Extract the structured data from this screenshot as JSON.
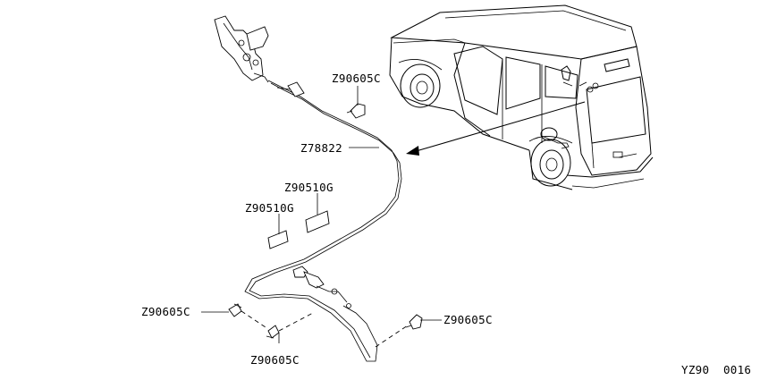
{
  "labels": {
    "clip_top": "Z90605C",
    "cable": "Z78822",
    "pad_upper": "Z90510G",
    "pad_lower": "Z90510G",
    "clip_left": "Z90605C",
    "clip_right": "Z90605C",
    "clip_bottom": "Z90605C"
  },
  "diagram_code": "YZ90  0016",
  "colors": {
    "line": "#000000",
    "background": "#ffffff"
  }
}
